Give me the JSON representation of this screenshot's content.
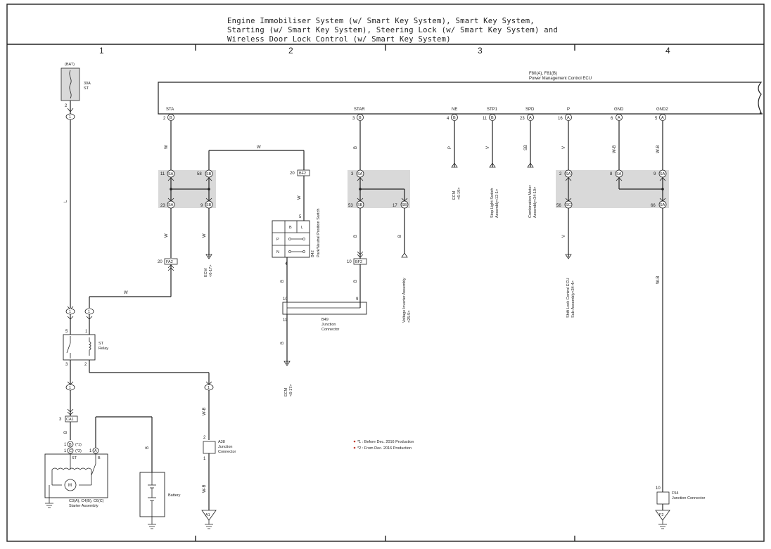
{
  "title": {
    "line1": "Engine Immobiliser System (w/ Smart Key System),  Smart Key System,",
    "line2": "Starting (w/ Smart Key System),  Steering Lock (w/ Smart Key System) and",
    "line3": "Wireless Door Lock Control (w/ Smart Key System)"
  },
  "columns": [
    "1",
    "2",
    "3",
    "4"
  ],
  "ecu": {
    "connector_id": "F80(A), F81(B)",
    "name": "Power Management Control ECU",
    "terminals": [
      {
        "name": "STA",
        "pin": "2",
        "conn": "B"
      },
      {
        "name": "STAR",
        "pin": "3",
        "conn": "B"
      },
      {
        "name": "NE",
        "pin": "4",
        "conn": "B"
      },
      {
        "name": "STP1",
        "pin": "11",
        "conn": "B"
      },
      {
        "name": "SPD",
        "pin": "23",
        "conn": "A"
      },
      {
        "name": "P",
        "pin": "16",
        "conn": "A"
      },
      {
        "name": "GND",
        "pin": "6",
        "conn": "A"
      },
      {
        "name": "GND2",
        "pin": "5",
        "conn": "A"
      }
    ]
  },
  "fuse": {
    "bat_label": "(BAT)",
    "rating": "30A",
    "name": "ST",
    "pin": "2"
  },
  "wire_colors": {
    "L": "L",
    "W": "W",
    "B": "B",
    "P": "P",
    "V": "V",
    "SB": "SB",
    "WB": "W-B"
  },
  "junction_pins": {
    "sa": "SA",
    "sb": "SB",
    "sc": "SC",
    "p11": "11",
    "p58": "58",
    "p23": "23",
    "p9": "9",
    "p3": "3",
    "p53": "53",
    "p17": "17",
    "p2": "2",
    "p8": "8",
    "p9b": "9",
    "p56": "56",
    "p66": "66"
  },
  "connectors": {
    "bf2_top": {
      "pin": "20",
      "id": "BF2"
    },
    "bf2_mid": {
      "pin": "10",
      "id": "BF2"
    },
    "fa2": {
      "pin": "20",
      "id": "FA2"
    },
    "ca1": {
      "pin": "3",
      "id": "CA1"
    },
    "one": "1"
  },
  "pnp": {
    "id": "B42",
    "name": "Park/Neutral Position Switch",
    "pin_in": "5",
    "pin_out": "4",
    "cells": [
      "B",
      "L",
      "P",
      "N"
    ]
  },
  "b49": {
    "id": "B49",
    "name1": "Junction",
    "name2": "Connector",
    "pin_tl": "10",
    "pin_tr": "9",
    "pin_bl": "11"
  },
  "relay": {
    "name1": "ST",
    "name2": "Relay",
    "pin5": "5",
    "pin1": "1",
    "pin3": "3",
    "pin2": "2"
  },
  "starter": {
    "name1": "C3(A), C4(B), C6(C)",
    "name2": "Starter Assembly",
    "label": "ST",
    "motor": "M",
    "b_pin": "1",
    "b_conn": "B",
    "b_tag": "(*1)",
    "c_pin": "1",
    "c_conn": "C",
    "c_tag": "(*2)",
    "a_pin": "1",
    "a_conn": "A",
    "a_tag": "B"
  },
  "battery": {
    "name": "Battery"
  },
  "a38": {
    "id": "A38",
    "name1": "Junction",
    "name2": "Connector",
    "pin_top": "2",
    "pin_bot": "1"
  },
  "f54": {
    "id": "F54",
    "name": "Junction Connector",
    "pin": "10"
  },
  "grounds": {
    "a1": "A1",
    "f2": "F2"
  },
  "destinations": {
    "ecm_6_17": "ECM",
    "ecm_6_17_ref": "<6-17>",
    "ecm_6_19": "ECM",
    "ecm_6_19_ref": "<6-19>",
    "stop1": "Stop Light Switch",
    "stop2": "Assembly<12-1>",
    "combo1": "Combination Meter",
    "combo2": "Assembly<34-10>",
    "volt1": "Voltage Inverter Assembly",
    "volt2": "<25-5>",
    "shift1": "Shift Lock Control ECU",
    "shift2": "Sub-Assembly<34-4>"
  },
  "notes": [
    "*1 : Before Dec.  2016 Production",
    "*2 : From Dec.  2016 Production"
  ]
}
